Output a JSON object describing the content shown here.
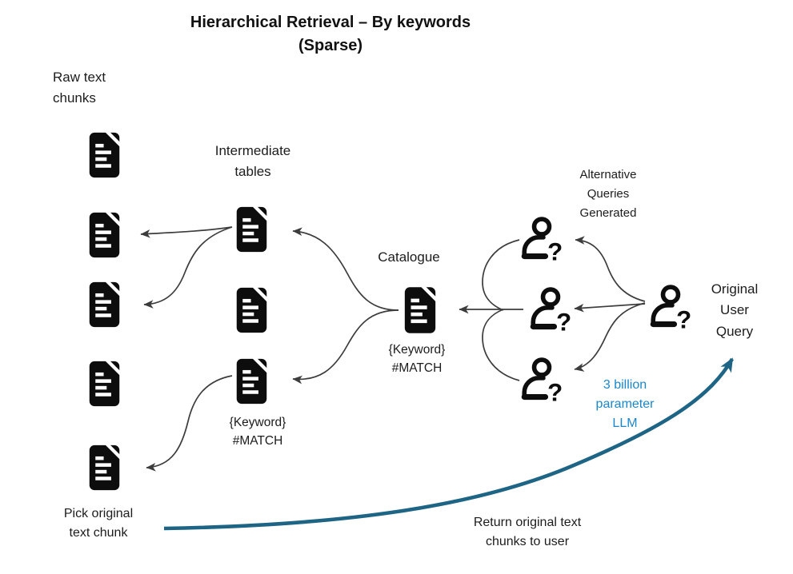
{
  "title": "Hierarchical Retrieval – By keywords\n(Sparse)",
  "labels": {
    "raw_chunks": "Raw text\nchunks",
    "intermediate_tables": "Intermediate\ntables",
    "catalogue": "Catalogue",
    "catalogue_keyword": "{Keyword}\n#MATCH",
    "intermediate_keyword": "{Keyword}\n#MATCH",
    "alternative_queries": "Alternative\nQueries\nGenerated",
    "original_user_query": "Original\nUser\nQuery",
    "llm_note": "3 billion\nparameter\nLLM",
    "pick_original": "Pick original\ntext chunk",
    "return_note": "Return original text\nchunks to user"
  },
  "icons": {
    "document": "document-icon",
    "person_question": "person-question-icon"
  },
  "colors": {
    "text": "#1c1c1c",
    "icon_black": "#0d0d0d",
    "arrow_gray": "#3c3c3c",
    "llm_text_blue": "#1b87cb",
    "return_arrow_blue": "#1e6585"
  }
}
